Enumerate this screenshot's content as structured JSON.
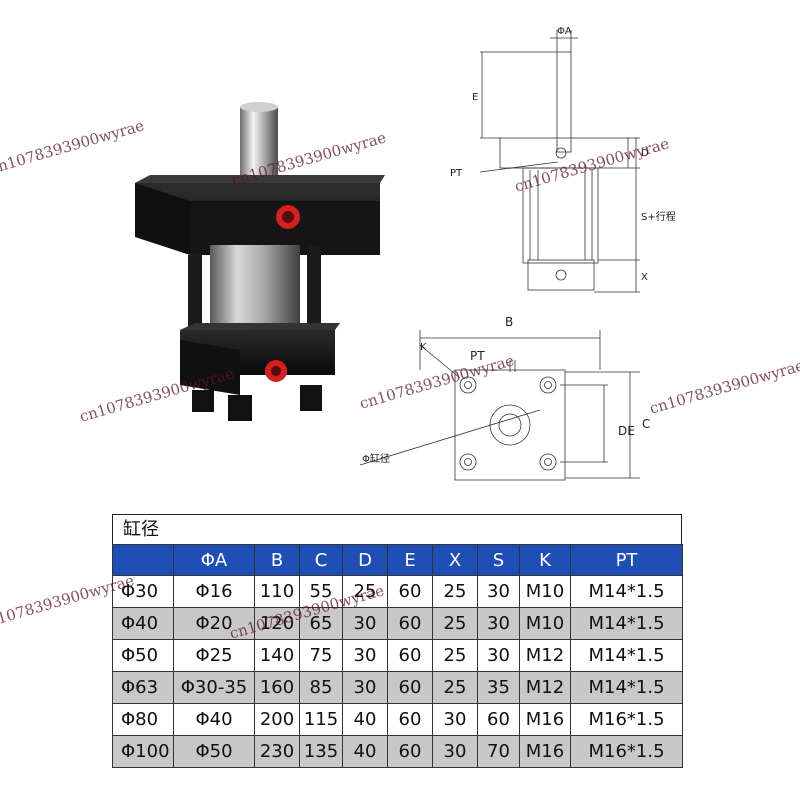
{
  "watermark_text": "cn1078393900wyrae",
  "drawing_labels": {
    "phiA": "ΦA",
    "E": "E",
    "PT": "PT",
    "D": "D",
    "S_stroke": "S+行程",
    "X": "X",
    "B": "B",
    "K": "K",
    "PT2": "PT",
    "DE": "DE",
    "C": "C",
    "bore": "Φ缸径"
  },
  "table": {
    "caption": "缸径",
    "headers": [
      "",
      "ΦA",
      "B",
      "C",
      "D",
      "E",
      "X",
      "S",
      "K",
      "PT"
    ],
    "rows": [
      [
        "Φ30",
        "Φ16",
        "110",
        "55",
        "25",
        "60",
        "25",
        "30",
        "M10",
        "M14*1.5"
      ],
      [
        "Φ40",
        "Φ20",
        "120",
        "65",
        "30",
        "60",
        "25",
        "30",
        "M10",
        "M14*1.5"
      ],
      [
        "Φ50",
        "Φ25",
        "140",
        "75",
        "30",
        "60",
        "25",
        "30",
        "M12",
        "M14*1.5"
      ],
      [
        "Φ63",
        "Φ30-35",
        "160",
        "85",
        "30",
        "60",
        "25",
        "35",
        "M12",
        "M14*1.5"
      ],
      [
        "Φ80",
        "Φ40",
        "200",
        "115",
        "40",
        "60",
        "30",
        "60",
        "M16",
        "M16*1.5"
      ],
      [
        "Φ100",
        "Φ50",
        "230",
        "135",
        "40",
        "60",
        "30",
        "70",
        "M16",
        "M16*1.5"
      ]
    ]
  }
}
